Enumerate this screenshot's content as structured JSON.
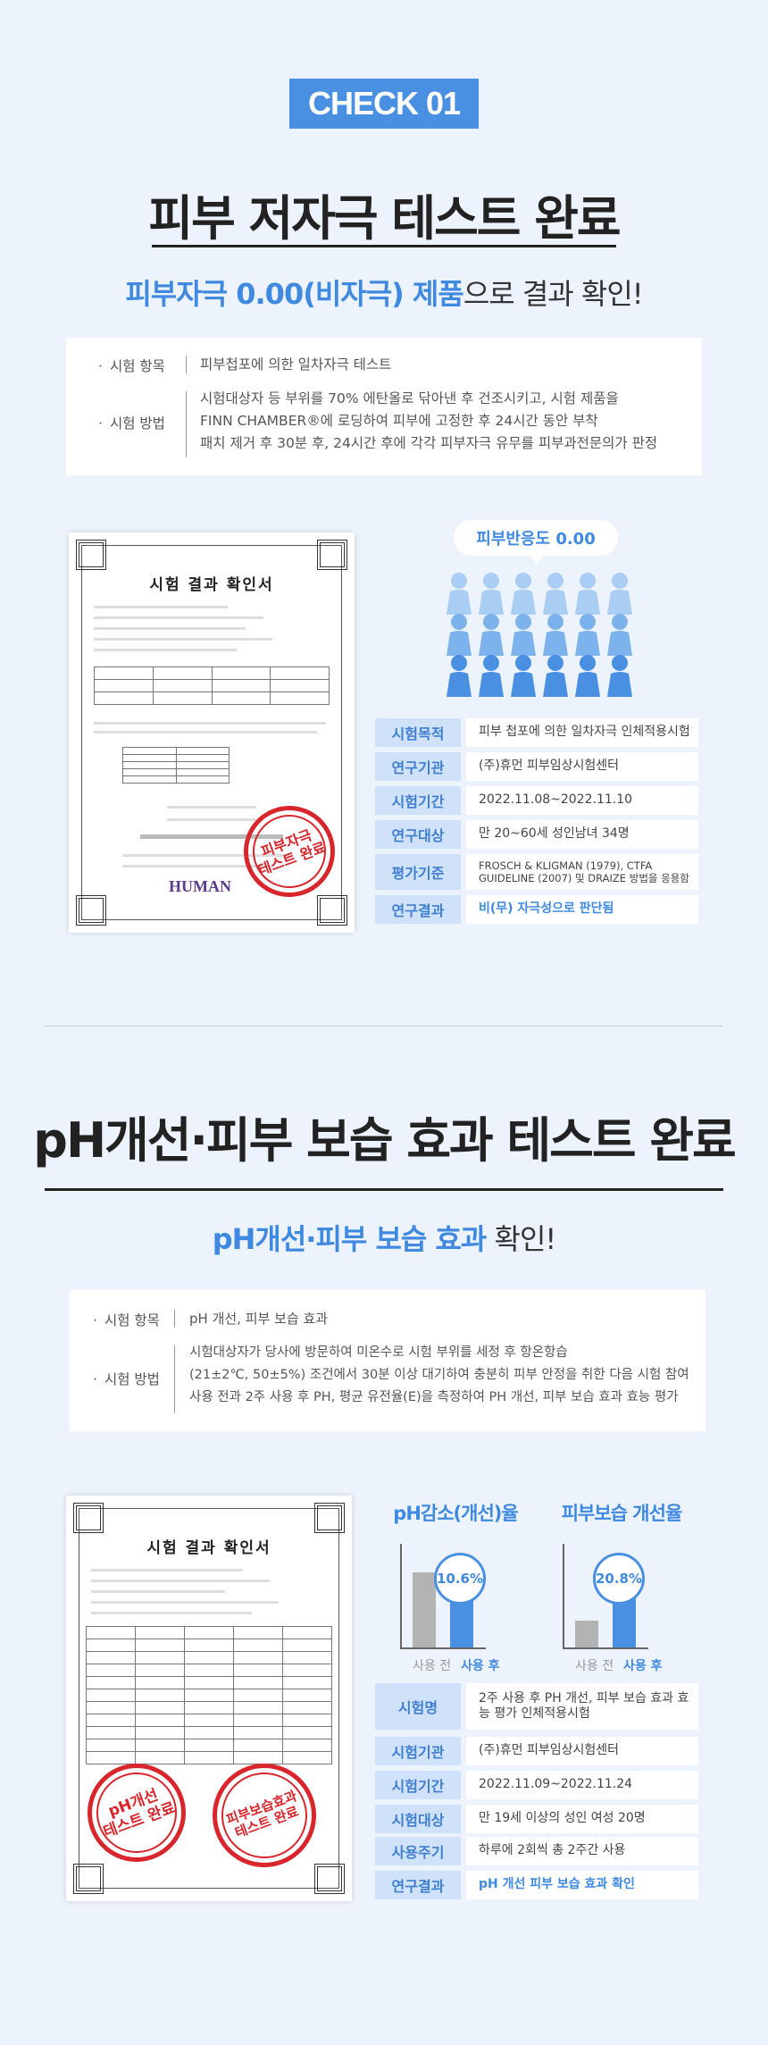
{
  "section1": {
    "badge": "CHECK 01",
    "title": "피부 저자극 테스트 완료",
    "subtitle_highlight": "피부자극 0.00(비자극) 제품",
    "subtitle_rest": "으로 결과 확인!",
    "info": {
      "item_label": "시험 항목",
      "item_value": "피부첩포에 의한 일차자극 테스트",
      "method_label": "시험 방법",
      "method_lines": [
        "시험대상자 등 부위를 70% 에탄올로 닦아낸 후 건조시키고, 시험 제품을",
        "FINN CHAMBER®에 로딩하여 피부에 고정한 후 24시간 동안 부착",
        "패치 제거 후 30분 후, 24시간 후에 각각 피부자극 유무를 피부과전문의가 판정"
      ]
    },
    "certificate": {
      "title": "시험 결과 확인서",
      "stamp": [
        "피부자극",
        "테스트 완료"
      ],
      "logo": "HUMAN"
    },
    "pill": "피부반응도 0.00",
    "people_icon": "person-icon",
    "spec": [
      {
        "label": "시험목적",
        "value": "피부 첩포에 의한 일차자극 인체적용시험"
      },
      {
        "label": "연구기관",
        "value": "(주)휴먼 피부임상시험센터"
      },
      {
        "label": "시험기간",
        "value": "2022.11.08~2022.11.10"
      },
      {
        "label": "연구대상",
        "value": "만 20~60세 성인남녀 34명"
      },
      {
        "label": "평가기준",
        "value": "FROSCH & KLIGMAN (1979), CTFA GUIDELINE (2007) 및 DRAIZE 방법을 응용함"
      },
      {
        "label": "연구결과",
        "value": "비(무) 자극성으로 판단됨"
      }
    ]
  },
  "section2": {
    "title": "pH개선·피부 보습 효과 테스트 완료",
    "subtitle_highlight": "pH개선·피부 보습 효과",
    "subtitle_rest": " 확인!",
    "info": {
      "item_label": "시험 항목",
      "item_value": "pH 개선, 피부 보습 효과",
      "method_label": "시험 방법",
      "method_lines": [
        "시험대상자가 당사에 방문하여 미온수로 시험 부위를 세정 후 항온항습",
        "(21±2℃, 50±5%) 조건에서 30분 이상 대기하여 충분히 피부 안정을 취한 다음 시험 참여",
        "사용 전과 2주 사용 후 PH, 평균 유전율(E)을 측정하여 PH 개선, 피부 보습 효과 효능 평가"
      ]
    },
    "certificate": {
      "title": "시험 결과 확인서",
      "stamp_left": [
        "pH개선",
        "테스트 완료"
      ],
      "stamp_right": [
        "피부보습효과",
        "테스트 완료"
      ]
    },
    "spec": [
      {
        "label": "시험명",
        "value": "2주 사용 후 PH 개선, 피부 보습 효과 효능 평가 인체적용시험"
      },
      {
        "label": "시험기관",
        "value": "(주)휴먼 피부임상시험센터"
      },
      {
        "label": "시험기간",
        "value": "2022.11.09~2022.11.24"
      },
      {
        "label": "시험대상",
        "value": "만 19세 이상의 성인 여성 20명"
      },
      {
        "label": "사용주기",
        "value": "하루에 2회씩 총 2주간 사용"
      },
      {
        "label": "연구결과",
        "value": "pH 개선 피부 보습 효과 확인"
      }
    ]
  },
  "chart_data": [
    {
      "type": "bar",
      "title": "pH감소(개선)율",
      "categories": [
        "사용 전",
        "사용 후"
      ],
      "change_label": "10.6%",
      "colors": [
        "#b3b3b3",
        "#4a90e2"
      ]
    },
    {
      "type": "bar",
      "title": "피부보습 개선율",
      "categories": [
        "사용 전",
        "사용 후"
      ],
      "change_label": "20.8%",
      "colors": [
        "#b3b3b3",
        "#4a90e2"
      ]
    }
  ]
}
